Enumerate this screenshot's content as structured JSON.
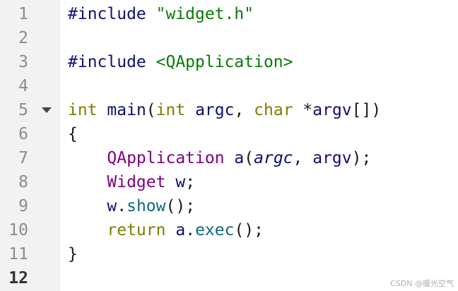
{
  "gutter": {
    "line_numbers": [
      "1",
      "2",
      "3",
      "4",
      "5",
      "6",
      "7",
      "8",
      "9",
      "10",
      "11",
      "12"
    ],
    "current_line": "12",
    "fold_icon": "triangle-down-icon"
  },
  "code": {
    "l1": {
      "t1": "#include",
      "t2": " ",
      "t3": "\"widget.h\""
    },
    "l3": {
      "t1": "#include",
      "t2": " ",
      "t3": "<QApplication>"
    },
    "l5": {
      "t1": "int",
      "t2": " ",
      "t3": "main",
      "t4": "(",
      "t5": "int",
      "t6": " ",
      "t7": "argc",
      "t8": ", ",
      "t9": "char",
      "t10": " *",
      "t11": "argv",
      "t12": "[])"
    },
    "l6": {
      "t1": "{"
    },
    "l7": {
      "t0": "    ",
      "t1": "QApplication",
      "t2": " ",
      "t3": "a",
      "t4": "(",
      "t5": "argc",
      "t6": ", ",
      "t7": "argv",
      "t8": ");"
    },
    "l8": {
      "t0": "    ",
      "t1": "Widget",
      "t2": " ",
      "t3": "w",
      "t4": ";"
    },
    "l9": {
      "t0": "    ",
      "t1": "w",
      "t2": ".",
      "t3": "show",
      "t4": "();"
    },
    "l10": {
      "t0": "    ",
      "t1": "return",
      "t2": " ",
      "t3": "a",
      "t4": ".",
      "t5": "exec",
      "t6": "();"
    },
    "l11": {
      "t1": "}"
    }
  },
  "watermark": "CSDN @暖光空气",
  "colors": {
    "preprocessor": "#10106e",
    "string": "#0a7a0a",
    "keyword": "#7d7d00",
    "class": "#800080",
    "member": "#0f6b7a",
    "gutter_bg": "#f2f2f2"
  }
}
